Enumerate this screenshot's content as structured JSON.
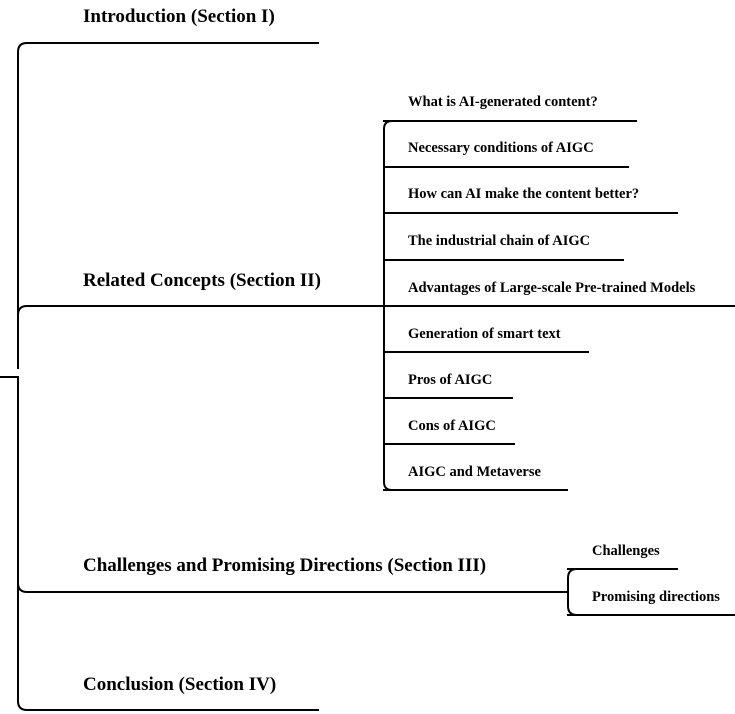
{
  "sections": [
    {
      "title": "Introduction (Section I)",
      "children": []
    },
    {
      "title": "Related Concepts (Section II)",
      "children": [
        "What is AI-generated content?",
        "Necessary conditions of AIGC",
        "How can AI make the content better?",
        "The industrial chain of AIGC",
        "Advantages of Large-scale Pre-trained Models",
        "Generation of smart text",
        "Pros of AIGC",
        "Cons of AIGC",
        "AIGC and Metaverse"
      ]
    },
    {
      "title": "Challenges and Promising Directions (Section III)",
      "children": [
        "Challenges",
        "Promising directions"
      ]
    },
    {
      "title": "Conclusion (Section IV)",
      "children": []
    }
  ],
  "colors": {
    "line": "#000000",
    "text": "#000000",
    "background": "#ffffff"
  }
}
